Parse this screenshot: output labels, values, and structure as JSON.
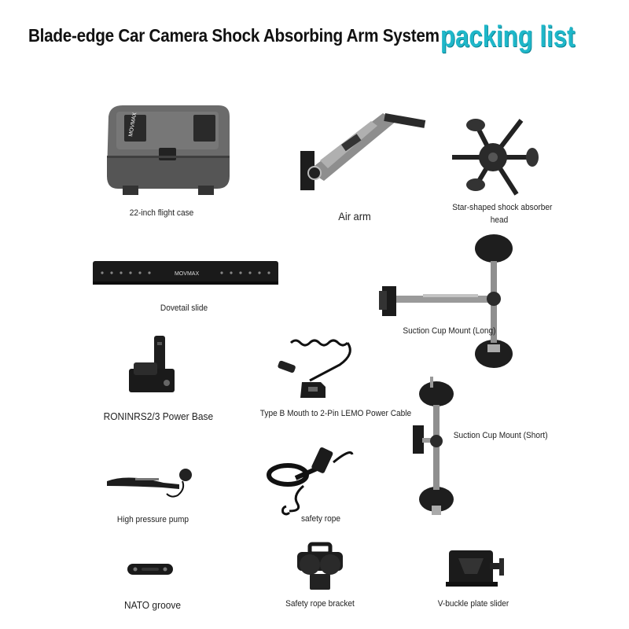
{
  "header": {
    "title": "Blade-edge Car Camera Shock Absorbing Arm System",
    "badge": "packing list"
  },
  "items": [
    {
      "label": "22-inch flight case",
      "case_text": "MOVMAX"
    },
    {
      "label": "Air arm"
    },
    {
      "label_line1": "Star-shaped shock absorber",
      "label_line2": "head"
    },
    {
      "label": "Dovetail slide",
      "plate_text": "MOVMAX"
    },
    {
      "label": "Suction Cup Mount (Long)"
    },
    {
      "label": "RONINRS2/3 Power Base"
    },
    {
      "label": "Type B Mouth to 2-Pin LEMO Power Cable"
    },
    {
      "label": "Suction Cup Mount (Short)"
    },
    {
      "label": "High pressure pump"
    },
    {
      "label": "safety rope"
    },
    {
      "label": "NATO groove"
    },
    {
      "label": "Safety rope bracket"
    },
    {
      "label": "V-buckle plate slider"
    }
  ],
  "colors": {
    "accent": "#1fb7c9",
    "case_grey": "#6b6b6b",
    "metal": "#9a9a9a",
    "black": "#1a1a1a"
  }
}
